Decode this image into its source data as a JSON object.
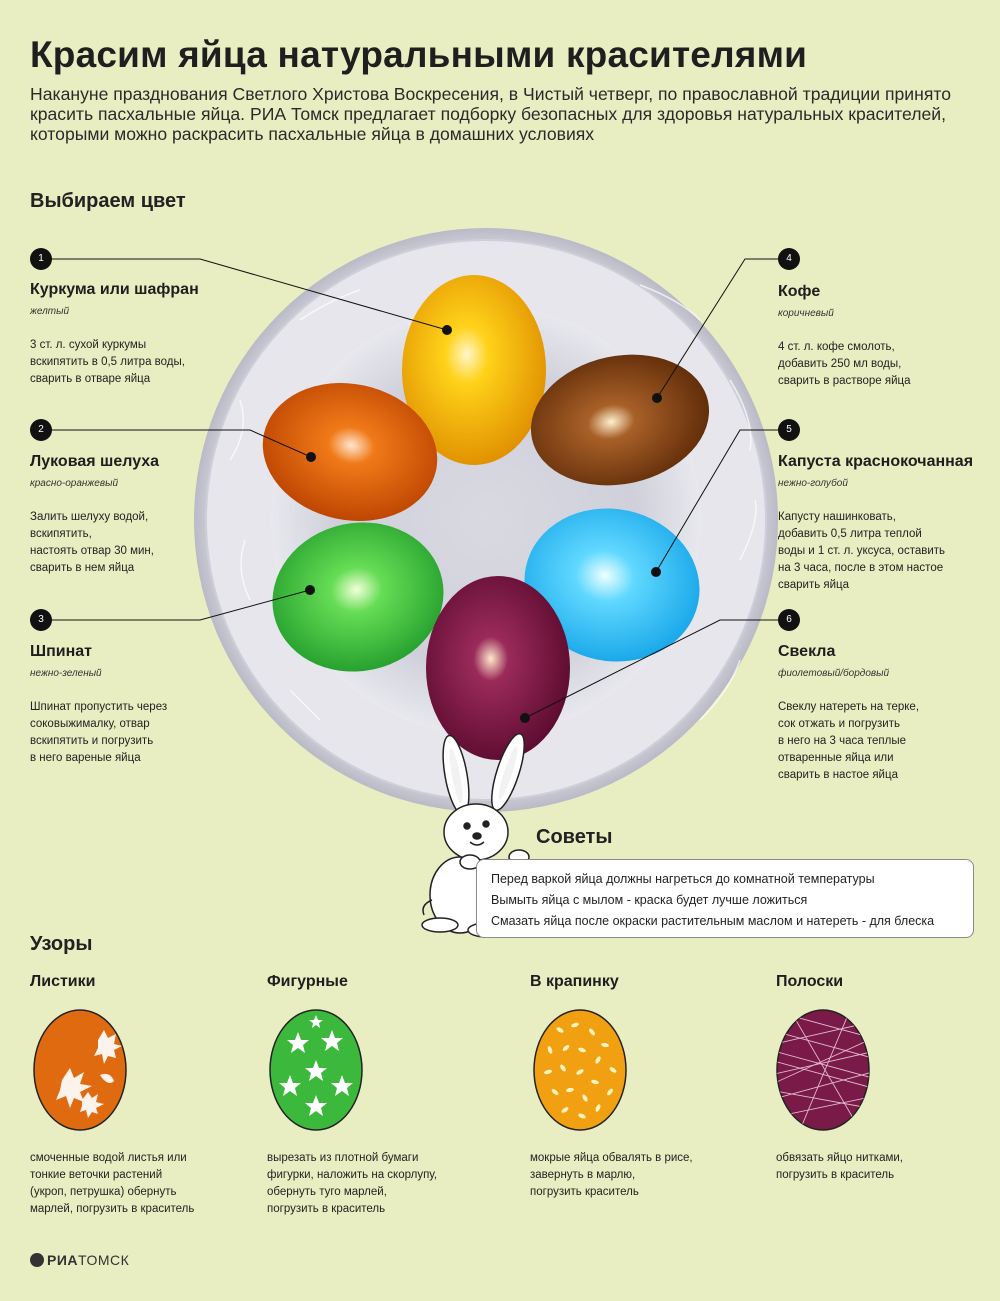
{
  "header": {
    "title": "Красим яйца натуральными красителями",
    "intro": "Накануне празднования Светлого Христова Воскресения, в Чистый четверг, по православной традиции принято красить пасхальные яйца. РИА Томск предлагает подборку безопасных для здоровья натуральных красителей, которыми можно раскрасить пасхальные яйца в домашних условиях"
  },
  "colors_section": {
    "heading": "Выбираем цвет",
    "items": [
      {
        "num": "1",
        "title": "Куркума или шафран",
        "color_name": "желтый",
        "desc": "3 ст. л. сухой куркумы\nвскипятить в 0,5 литра воды,\nсварить в отваре яйца",
        "egg_color": "#f7b400"
      },
      {
        "num": "2",
        "title": "Луковая шелуха",
        "color_name": "красно-оранжевый",
        "desc": "Залить шелуху водой,\nвскипятить,\nнастоять отвар 30 мин,\nсварить в нем яйца",
        "egg_color": "#e05a00"
      },
      {
        "num": "3",
        "title": "Шпинат",
        "color_name": "нежно-зеленый",
        "desc": "Шпинат пропустить через\nсоковыжималку, отвар\nвскипятить и погрузить\nв него вареные яйца",
        "egg_color": "#3cc43c"
      },
      {
        "num": "4",
        "title": "Кофе",
        "color_name": "коричневый",
        "desc": "4 ст. л. кофе смолоть,\nдобавить 250 мл воды,\nсварить в растворе яйца",
        "egg_color": "#7a3c0c"
      },
      {
        "num": "5",
        "title": "Капуста краснокочанная",
        "color_name": "нежно-голубой",
        "desc": "Капусту нашинковать,\nдобавить 0,5 литра теплой\nводы и 1 ст. л. уксуса, оставить\nна 3 часа, после в этом настое\nсварить яйца",
        "egg_color": "#2ec0f4"
      },
      {
        "num": "6",
        "title": "Свекла",
        "color_name": "фиолетовый/бордовый",
        "desc": "Свеклу натереть на терке,\nсок отжать и погрузить\nв него на 3 часа теплые\nотваренные яйца или\nсварить в настое яйца",
        "egg_color": "#7a1040"
      }
    ]
  },
  "tips": {
    "heading": "Советы",
    "items": [
      "Перед варкой яйца должны нагреться до комнатной температуры",
      "Вымыть яйца с мылом - краска будет лучше ложиться",
      "Смазать яйца после окраски растительным маслом и натереть - для блеска"
    ]
  },
  "patterns": {
    "heading": "Узоры",
    "items": [
      {
        "title": "Листики",
        "desc": "смоченные водой листья или\nтонкие веточки растений\n(укроп, петрушка) обернуть\nмарлей, погрузить в краситель",
        "egg_color": "#e06a10"
      },
      {
        "title": "Фигурные",
        "desc": "вырезать из плотной бумаги\nфигурки, наложить на скорлупу,\nобернуть туго марлей,\nпогрузить в краситель",
        "egg_color": "#3cb83c"
      },
      {
        "title": "В крапинку",
        "desc": "мокрые яйца обвалять в рисе,\nзавернуть в марлю,\nпогрузить краситель",
        "egg_color": "#f0a010"
      },
      {
        "title": "Полоски",
        "desc": "обвязать яйцо нитками,\nпогрузить в краситель",
        "egg_color": "#7a1a48"
      }
    ]
  },
  "footer": {
    "logo_ria": "РИА",
    "logo_tomsk": "ТОМСК"
  }
}
